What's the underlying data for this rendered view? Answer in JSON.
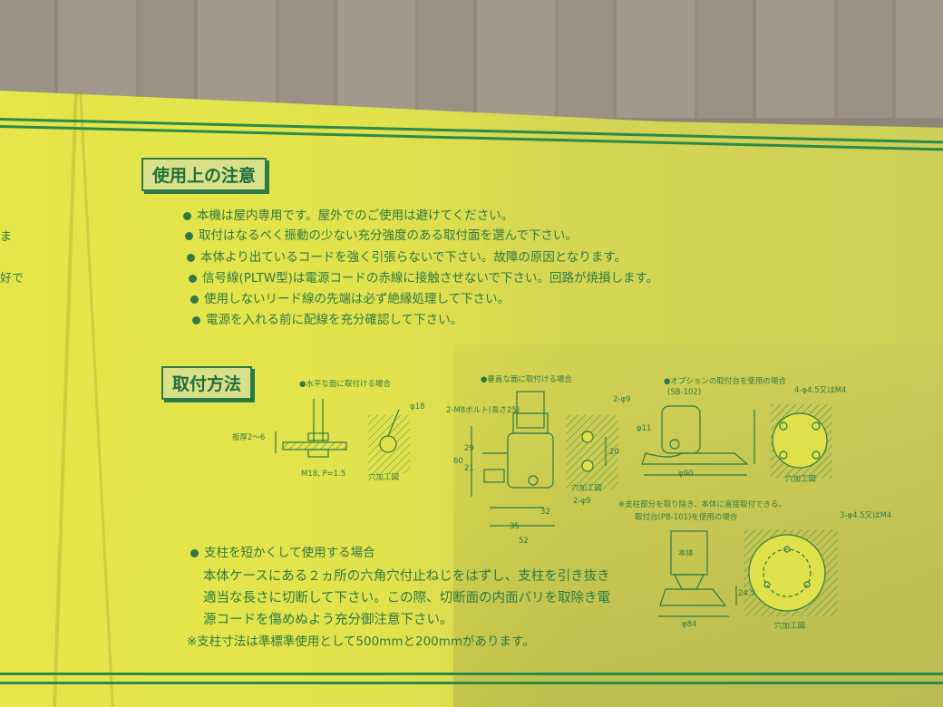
{
  "sections": {
    "caution": {
      "title": "使用上の注意",
      "items": [
        "本機は屋内専用です。屋外でのご使用は避けてください。",
        "取付はなるべく振動の少ない充分強度のある取付面を選んで下さい。",
        "本体より出ているコードを強く引張らないで下さい。故障の原因となります。",
        "信号線(PLTW型)は電源コードの赤線に接触させないで下さい。回路が焼損します。",
        "使用しないリード線の先端は必ず絶縁処理して下さい。",
        "電源を入れる前に配線を充分確認して下さい。"
      ]
    },
    "mounting": {
      "title": "取付方法",
      "diagram_labels": {
        "horizontal": "●水平な面に取付ける場合",
        "vertical": "●垂直な面に取付ける場合",
        "option": "●オプションの取付台を使用の場合",
        "option_model": "(SB-102)",
        "plate": "板厚2～6",
        "m18": "M18, P=1.5",
        "hole1": "穴加工図",
        "phi18": "φ18",
        "bolt": "2-M8ボルト(長さ25)",
        "two_phi9": "2-φ9",
        "hole2": "穴加工図",
        "d32": "32",
        "d35": "35",
        "d52": "52",
        "d60": "60",
        "d21": "21",
        "d20": "20",
        "d29": "29",
        "phi11": "φ11",
        "phi90": "φ90",
        "hole3": "穴加工図",
        "four_holes": "4-φ4.5又はM4",
        "note_pole1": "※支柱部分を取り除き、本体に直接取付できる。",
        "note_pole2": "取付台(PB-101)を使用の場合",
        "body": "本体",
        "three_holes": "3-φ4.5又はM4",
        "phi84": "φ84",
        "d24": "24.5",
        "hole4": "穴加工図"
      }
    },
    "pole": {
      "title": "支柱を短かくして使用する場合",
      "lines": [
        "本体ケースにある２ヵ所の六角穴付止ねじをはずし、支柱を引き抜き",
        "適当な長さに切断して下さい。この際、切断面の内面バリを取除き電",
        "源コードを傷めぬよう充分御注意下さい。"
      ],
      "note": "※支柱寸法は準標準使用として500mmと200mmがあります。"
    }
  },
  "left_fragments": [
    "ま",
    "好で"
  ],
  "colors": {
    "ink": "#2c7a45",
    "paper": "#e4e44b"
  }
}
